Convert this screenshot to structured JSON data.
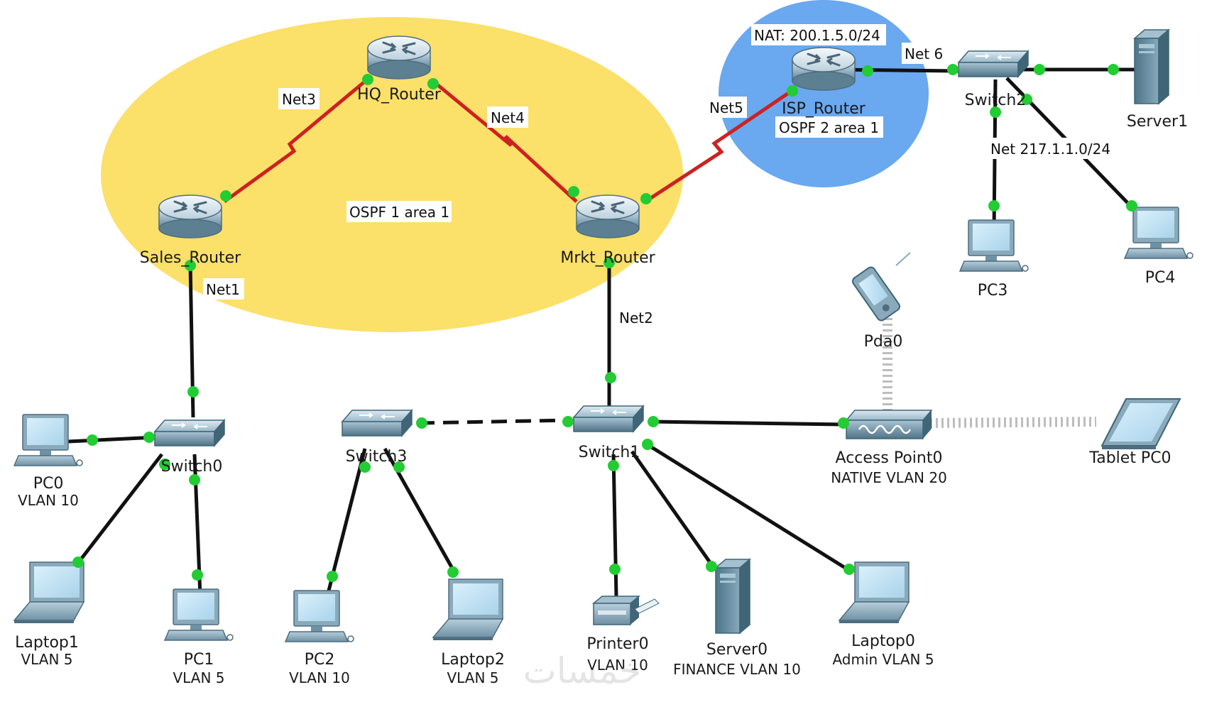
{
  "zones": {
    "ospf1": {
      "label": "OSPF 1 area 1",
      "color": "#fbe06a"
    },
    "isp": {
      "color": "#6aa8ef"
    }
  },
  "colors": {
    "serial": "#cc2222",
    "ethernet": "#111111",
    "port": "#22cc33"
  },
  "labels": {
    "nat": "NAT: 200.1.5.0/24",
    "ospf2": "OSPF 2 area 1",
    "net1": "Net1",
    "net2": "Net2",
    "net3": "Net3",
    "net4": "Net4",
    "net5": "Net5",
    "net6": "Net 6",
    "net217": "Net 217.1.1.0/24"
  },
  "devices": {
    "hq_router": {
      "name": "HQ_Router",
      "icon": "router-icon"
    },
    "sales_router": {
      "name": "Sales_Router",
      "icon": "router-icon"
    },
    "mrkt_router": {
      "name": "Mrkt_Router",
      "icon": "router-icon"
    },
    "isp_router": {
      "name": "ISP_Router",
      "icon": "router-icon"
    },
    "switch0": {
      "name": "Switch0",
      "icon": "switch-icon"
    },
    "switch1": {
      "name": "Switch1",
      "icon": "switch-icon"
    },
    "switch2": {
      "name": "Switch2",
      "icon": "switch-icon"
    },
    "switch3": {
      "name": "Switch3",
      "icon": "switch-icon"
    },
    "server1": {
      "name": "Server1",
      "icon": "server-icon"
    },
    "pc3": {
      "name": "PC3",
      "icon": "pc-icon"
    },
    "pc4": {
      "name": "PC4",
      "icon": "pc-icon"
    },
    "pda0": {
      "name": "Pda0",
      "icon": "pda-icon"
    },
    "ap0": {
      "name": "Access Point0",
      "sub": "NATIVE VLAN 20",
      "icon": "access-point-icon"
    },
    "tablet0": {
      "name": "Tablet PC0",
      "icon": "tablet-icon"
    },
    "pc0": {
      "name": "PC0",
      "sub": "VLAN 10",
      "icon": "pc-icon"
    },
    "laptop1": {
      "name": "Laptop1",
      "sub": "VLAN 5",
      "icon": "laptop-icon"
    },
    "pc1": {
      "name": "PC1",
      "sub": "VLAN 5",
      "icon": "pc-icon"
    },
    "pc2": {
      "name": "PC2",
      "sub": "VLAN 10",
      "icon": "pc-icon"
    },
    "laptop2": {
      "name": "Laptop2",
      "sub": "VLAN 5",
      "icon": "laptop-icon"
    },
    "printer0": {
      "name": "Printer0",
      "sub": "VLAN 10",
      "icon": "printer-icon"
    },
    "server0": {
      "name": "Server0",
      "sub": "FINANCE VLAN 10",
      "icon": "server-icon"
    },
    "laptop0": {
      "name": "Laptop0",
      "sub": "Admin VLAN 5",
      "icon": "laptop-icon"
    }
  },
  "watermark": "خمسات"
}
